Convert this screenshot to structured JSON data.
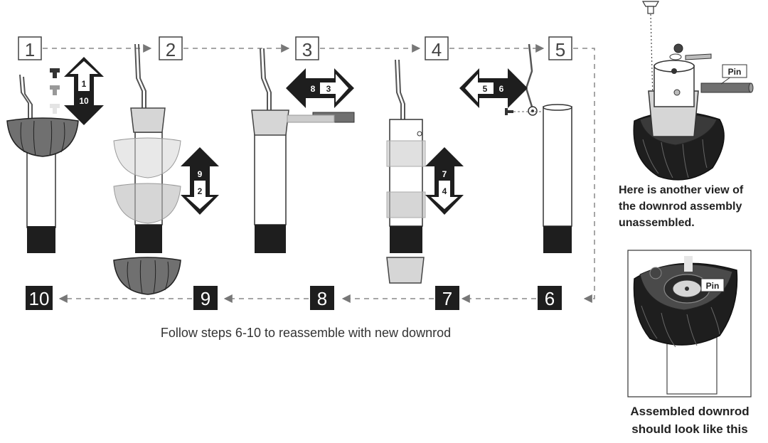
{
  "steps_top": [
    "1",
    "2",
    "3",
    "4",
    "5"
  ],
  "steps_bottom": [
    "6",
    "7",
    "8",
    "9",
    "10"
  ],
  "arrow_labels": {
    "a1": [
      "1",
      "10"
    ],
    "a2": [
      "9",
      "2"
    ],
    "a3": [
      "8",
      "3"
    ],
    "a4": [
      "7",
      "4"
    ],
    "a5": [
      "5",
      "6"
    ]
  },
  "pin_labels": [
    "Pin",
    "Pin"
  ],
  "captions": {
    "main": "Follow steps 6-10 to reassemble with new downrod",
    "side": "Here is another view of\nthe downrod assembly\nunassembled.",
    "assembled": "Assembled downrod\nshould look like this"
  },
  "colors": {
    "dark": "#1e1e1e",
    "gray": "#707070",
    "light_gray": "#d6d6d6",
    "dash": "#888888"
  }
}
